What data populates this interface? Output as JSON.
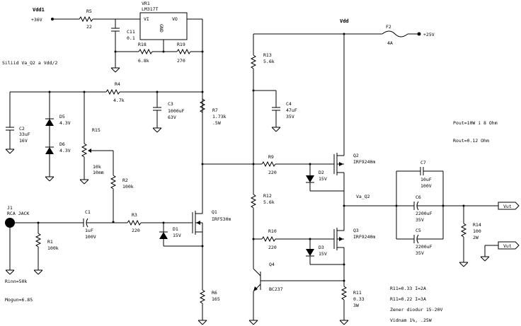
{
  "labels": {
    "vdd1": "Vdd1",
    "plus36": "+36V",
    "r5_name": "R5",
    "r5_val": "22",
    "vr1_name": "VR1",
    "vr1_type": "LM317T",
    "vi": "VI",
    "vo": "VO",
    "gnd": "GND",
    "c11_name": "C11",
    "c11_val": "0.1",
    "r18_name": "R18",
    "r18_val": "6.8k",
    "r19_name": "R19",
    "r19_val": "270",
    "adjust_note": "Siliid Va_Q2 a Vdd/2",
    "r4_name": "R4",
    "r4_val": "4.7k",
    "c3_name": "C3",
    "c3_val": "1000uF",
    "c3_volt": "63V",
    "r7_name": "R7",
    "r7_val": "1.73k",
    "r7_w": ".5W",
    "c2_name": "C2",
    "c2_val": "33uF",
    "c2_volt": "16V",
    "d5_name": "D5",
    "d5_val": "4.3V",
    "d6_name": "D6",
    "d6_val": "4.3V",
    "r15_name": "R15",
    "r15_val": "10k",
    "r15_type": "10mm",
    "r2_name": "R2",
    "r2_val": "100k",
    "j1_name": "J1",
    "j1_type": "RCA JACK",
    "c1_name": "C1",
    "c1_val": "1uF",
    "c1_volt": "100V",
    "r3_name": "R3",
    "r3_val": "220",
    "d1_name": "D1",
    "d1_val": "15V",
    "q1_name": "Q1",
    "q1_type": "IRF530m",
    "r1_name": "R1",
    "r1_val": "100k",
    "rinn": "Rinn=50k",
    "mogun": "Mogun=6.85",
    "r6_name": "R6",
    "r6_val": "165",
    "vdd": "Vdd",
    "f2_name": "F2",
    "f2_val": "4A",
    "plus25": "+25V",
    "r13_name": "R13",
    "r13_val": "5.6k",
    "c4_name": "C4",
    "c4_val": "47uF",
    "c4_volt": "35V",
    "pout": "Pout=10W i 8 Ohm",
    "rout": "Rout=0.12 Ohm",
    "r9_name": "R9",
    "r9_val": "220",
    "q2_name": "Q2",
    "q2_type": "IRF9240m",
    "d2_name": "D2",
    "d2_val": "15V",
    "c7_name": "C7",
    "c7_val": "10uF",
    "c7_volt": "100V",
    "r12_name": "R12",
    "r12_val": "5.6k",
    "va_q2": "Va_Q2",
    "c6_name": "C6",
    "c6_val": "2200uF",
    "c6_volt": "35V",
    "vut1": "Vut",
    "r14_name": "R14",
    "r14_val": "100",
    "r14_w": "2W",
    "r10_name": "R10",
    "r10_val": "220",
    "q3_name": "Q3",
    "q3_type": "IRF9240m",
    "c5_name": "C5",
    "c5_val": "2200uF",
    "c5_volt": "35V",
    "d3_name": "D3",
    "d3_val": "15V",
    "vut2": "Vut",
    "q4_name": "Q4",
    "q4_type": "BC237",
    "r11_name": "R11",
    "r11_val": "0.33",
    "r11_w": "3W",
    "note1": "R11=0.33 I=2A",
    "note2": "R11=0.22 I=3A",
    "note3": "Zener diodur 15-20V",
    "note4": "Vidnam 1%, .25W"
  }
}
